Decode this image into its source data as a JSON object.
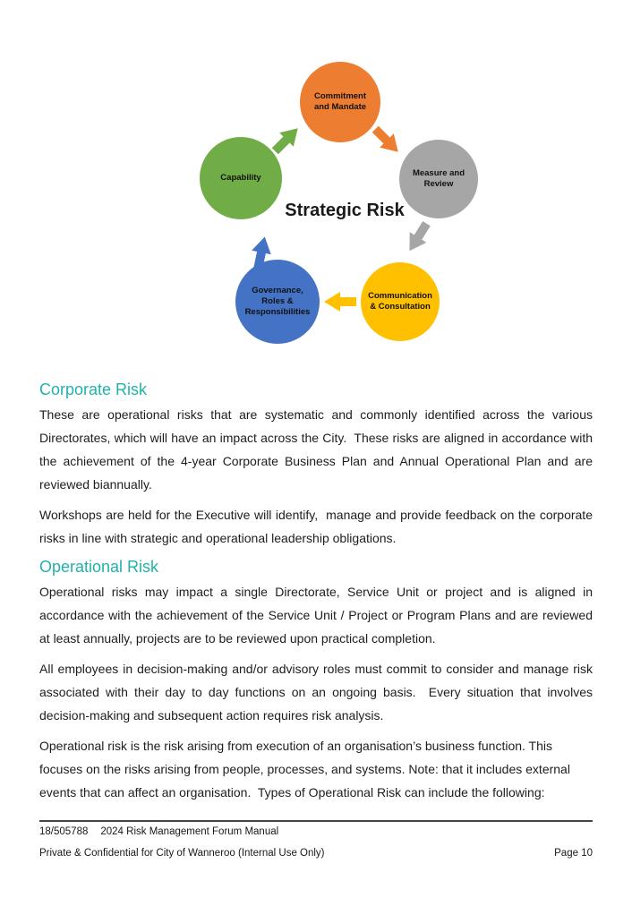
{
  "colors": {
    "heading_teal": "#21B3AB",
    "node_orange": "#ED7D31",
    "node_gray": "#A6A6A6",
    "node_yellow": "#FFC000",
    "node_blue": "#4472C4",
    "node_green": "#70AD47"
  },
  "diagram": {
    "title": "Strategic Risk",
    "nodes": [
      {
        "label": "Commitment\nand Mandate",
        "color": "#ED7D31"
      },
      {
        "label": "Measure and\nReview",
        "color": "#A6A6A6"
      },
      {
        "label": "Communication\n& Consultation",
        "color": "#FFC000"
      },
      {
        "label": "Governance,\nRoles &\nResponsibilities",
        "color": "#4472C4"
      },
      {
        "label": "Capability",
        "color": "#70AD47"
      }
    ],
    "arrows": [
      {
        "name": "capability-to-commitment",
        "color": "#70AD47"
      },
      {
        "name": "commitment-to-measure",
        "color": "#ED7D31"
      },
      {
        "name": "measure-to-communication",
        "color": "#A6A6A6"
      },
      {
        "name": "communication-to-governance",
        "color": "#FFC000"
      },
      {
        "name": "governance-to-capability",
        "color": "#4472C4"
      }
    ]
  },
  "sections": [
    {
      "heading": "Corporate Risk",
      "paragraphs": [
        "These are operational risks that are systematic and commonly identified across the various Directorates, which will have an impact across the City.  These risks are aligned in accordance with the achievement of the 4-year Corporate Business Plan and Annual Operational Plan and are reviewed biannually.",
        "Workshops are held for the Executive will identify,  manage and provide feedback on the corporate risks in line with strategic and operational leadership obligations."
      ]
    },
    {
      "heading": "Operational Risk",
      "paragraphs": [
        "Operational risks may impact a single Directorate, Service Unit or project and is aligned in accordance with the achievement of the Service Unit / Project or Program Plans and are reviewed at least annually, projects are to be reviewed upon practical completion.",
        "All employees in decision-making and/or advisory roles must commit to consider and manage risk associated with their day to day functions on an ongoing basis.  Every situation that involves decision-making and subsequent action requires risk analysis.",
        "Operational risk is the risk arising from execution of an organisation’s business function. This focuses on the risks arising from people, processes, and systems. Note: that it includes external events that can affect an organisation.  Types of Operational Risk can include the following:"
      ]
    }
  ],
  "footer": {
    "doc_ref": "18/505788",
    "doc_title": "2024 Risk Management Forum Manual",
    "confidential": "Private & Confidential for City of Wanneroo (Internal Use Only)",
    "page_label": "Page 10"
  }
}
